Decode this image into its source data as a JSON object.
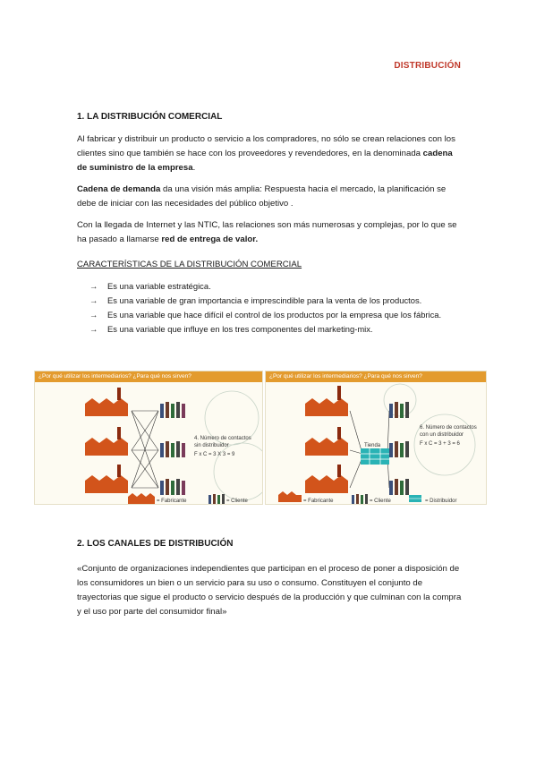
{
  "header": {
    "title": "DISTRIBUCIÓN"
  },
  "section1": {
    "heading": "1. LA DISTRIBUCIÓN COMERCIAL",
    "p1_a": "Al fabricar  y distribuir un producto o servicio a los compradores, no sólo se crean relaciones con los clientes sino que también se hace con los proveedores y revendedores, en la denominada ",
    "p1_b": "cadena de suministro de la empresa",
    "p1_c": ".",
    "p2_a": "Cadena de demanda",
    "p2_b": " da una visión más amplia: Respuesta hacia el mercado, la planificación se debe de iniciar con las necesidades del público objetivo .",
    "p3_a": "Con la llegada de Internet y las NTIC, las relaciones son más numerosas y complejas, por lo que se ha pasado a llamarse ",
    "p3_b": "red de entrega de valor.",
    "subheading": "CARACTERÍSTICAS DE LA DISTRIBUCIÓN COMERCIAL",
    "bullet_glyph": "→",
    "bullets": [
      "Es una variable estratégica.",
      "Es una variable de gran importancia e imprescindible para la venta de los productos.",
      "Es una variable que hace difícil el control de los productos por la empresa que los fábrica.",
      "Es una variable que influye en los tres componentes del marketing-mix."
    ]
  },
  "figures": {
    "left": {
      "banner": "¿Por qué utilizar los intermediarios? ¿Para qué nos sirven?",
      "note_1": "4. Número de contactos",
      "note_2": "sin distribuidor",
      "note_3": "F x C = 3 X 3 = 9",
      "legend_maker": "= Fabricante",
      "legend_client": "= Cliente"
    },
    "right": {
      "banner": "¿Por qué utilizar los intermediarios? ¿Para qué nos sirven?",
      "shop": "Tienda",
      "note_1": "6. Número de contactos",
      "note_2": "con un distribuidor",
      "note_3": "F x C = 3 + 3 = 6",
      "legend_maker": "= Fabricante",
      "legend_client": "= Cliente",
      "legend_dist": "= Distribuidor"
    },
    "colors": {
      "banner": "#e39b2e",
      "factory": "#d2541b",
      "teal": "#2ab3b5"
    }
  },
  "section2": {
    "heading": "2. LOS CANALES DE DISTRIBUCIÓN",
    "quote": "«Conjunto de organizaciones independientes que participan en el proceso de poner a disposición de los consumidores un bien o un servicio para su uso o consumo. Constituyen el conjunto de trayectorias que sigue el producto o servicio después de la producción  y que culminan con la compra y el uso por parte del consumidor final»"
  }
}
